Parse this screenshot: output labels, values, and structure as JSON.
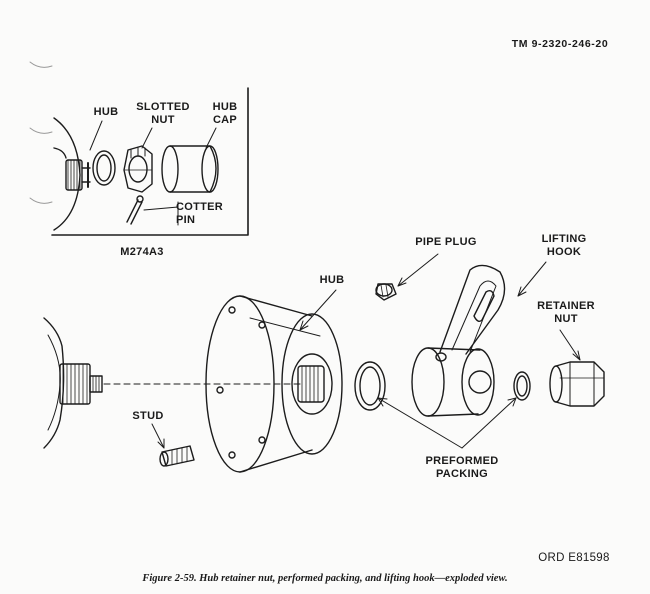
{
  "header": {
    "doc_number": "TM 9-2320-246-20"
  },
  "inset": {
    "hub": "HUB",
    "slotted_nut": "SLOTTED\nNUT",
    "hub_cap": "HUB\nCAP",
    "cotter_pin": "COTTER\nPIN",
    "figure_code": "M274A3"
  },
  "main": {
    "hub": "HUB",
    "pipe_plug": "PIPE PLUG",
    "lifting_hook": "LIFTING\nHOOK",
    "retainer_nut": "RETAINER\nNUT",
    "stud": "STUD",
    "preformed_packing": "PREFORMED\nPACKING"
  },
  "ord_code": "ORD E81598",
  "caption": "Figure 2-59. Hub retainer nut, performed packing, and lifting hook—exploded view."
}
